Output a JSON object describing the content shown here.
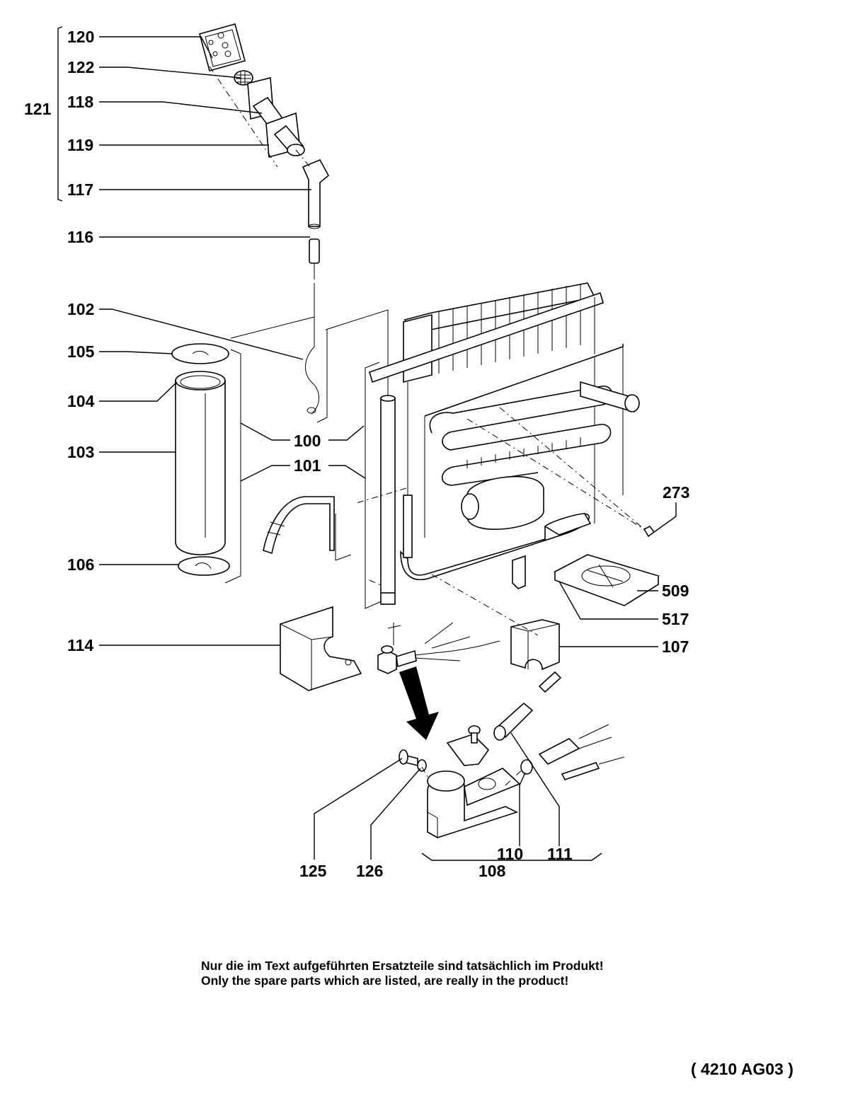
{
  "labels": {
    "p120": "120",
    "p122": "122",
    "p121": "121",
    "p118": "118",
    "p119": "119",
    "p117": "117",
    "p116": "116",
    "p102": "102",
    "p105": "105",
    "p104": "104",
    "p103": "103",
    "p106": "106",
    "p100": "100",
    "p101": "101",
    "p273": "273",
    "p509": "509",
    "p517": "517",
    "p114": "114",
    "p107": "107",
    "p125": "125",
    "p126": "126",
    "p110": "110",
    "p111": "111",
    "p108": "108"
  },
  "note": {
    "de": "Nur die im Text aufgeführten Ersatzteile sind tatsächlich im Produkt!",
    "en": "Only the spare parts which are listed, are really in the product!"
  },
  "drawing_code": "( 4210 AG03 )"
}
